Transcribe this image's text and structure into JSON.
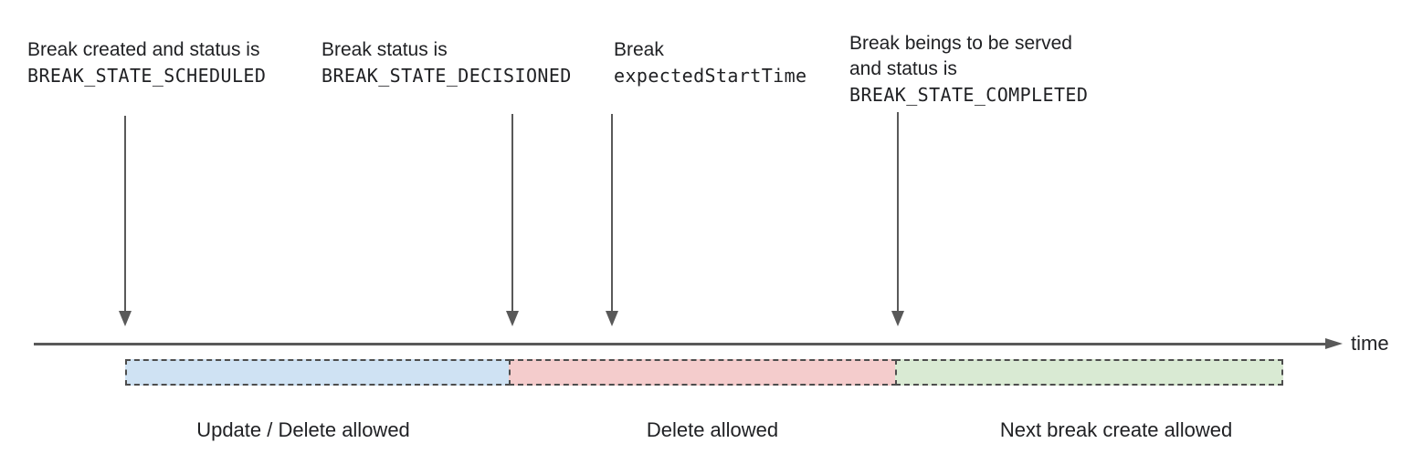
{
  "annotations": [
    {
      "line1": "Break created and status is",
      "line2": "BREAK_STATE_SCHEDULED"
    },
    {
      "line1": "Break status is",
      "line2": "BREAK_STATE_DECISIONED"
    },
    {
      "line1": "Break",
      "line2": "expectedStartTime"
    },
    {
      "line1": "Break beings to be served",
      "line2": "and status is",
      "line3": "BREAK_STATE_COMPLETED"
    }
  ],
  "timeline": {
    "label": "time",
    "axis_color": "#595959"
  },
  "segments": [
    {
      "label": "Update / Delete allowed",
      "color": "#cfe2f3"
    },
    {
      "label": "Delete allowed",
      "color": "#f4cccc"
    },
    {
      "label": "Next break create allowed",
      "color": "#d9ead3"
    }
  ],
  "style": {
    "border_color": "#4d4d4d",
    "text_color": "#202124"
  }
}
